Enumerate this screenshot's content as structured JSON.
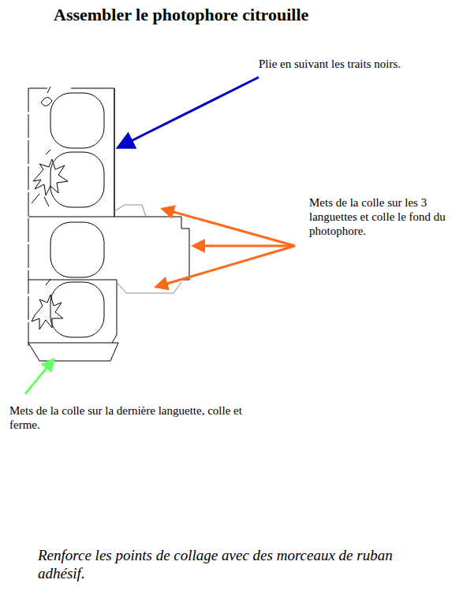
{
  "diagram": {
    "title": "Assembler le photophore citrouille",
    "labels": [
      "Plie en suivant les traits noirs.",
      "Mets de la colle sur les 3 languettes et colle le fond du photophore.",
      "Mets de la colle sur la dernière languette, colle et ferme.",
      "Renforce les points de collage avec des morceaux de ruban adhésif."
    ]
  }
}
